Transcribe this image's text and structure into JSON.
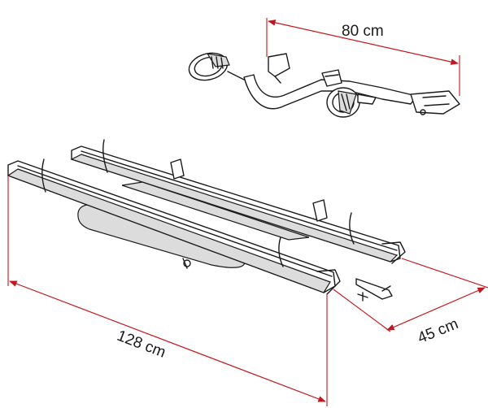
{
  "dimensions": {
    "arm_width": "80 cm",
    "rail_length": "128 cm",
    "rack_depth": "45 cm"
  },
  "colors": {
    "dimension_line": "#c4161c",
    "outline": "#1a1a1a",
    "shading": "#dcdcdc"
  }
}
